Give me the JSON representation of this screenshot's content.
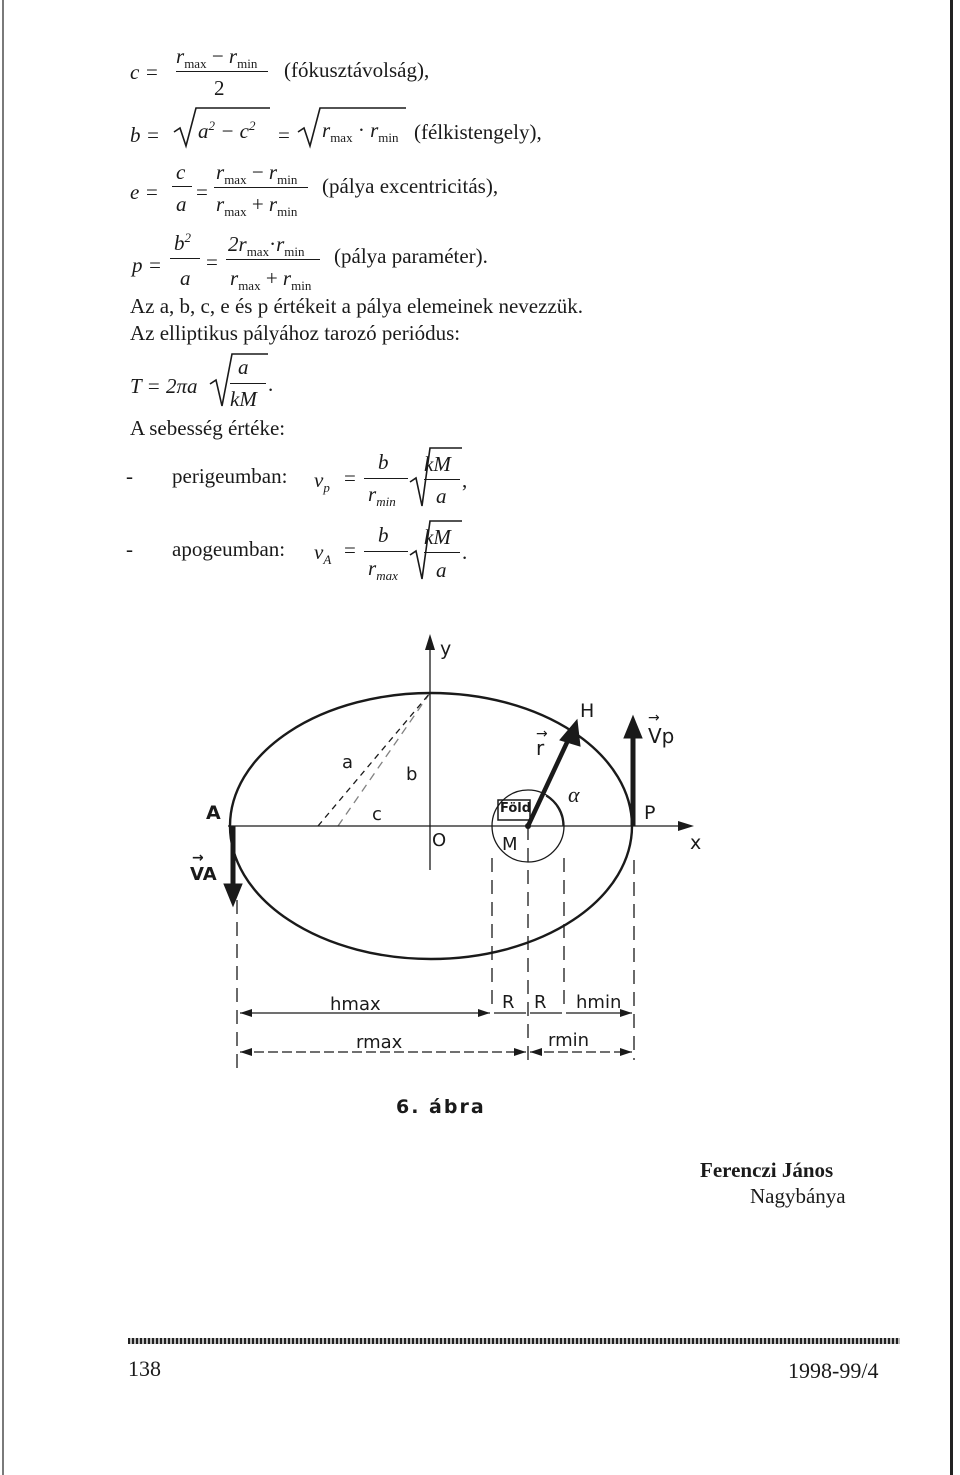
{
  "formulas": {
    "c": {
      "lhs": "c =",
      "num_a": "r",
      "num_a_sub": "max",
      "num_op": "−",
      "num_b": "r",
      "num_b_sub": "min",
      "den": "2",
      "comment": "(fókusztávolság),"
    },
    "b": {
      "lhs": "b =",
      "rad1_a": "a",
      "rad1_op": " − ",
      "rad1_b": "c",
      "sup": "2",
      "eq": "=",
      "rad2_a": "r",
      "rad2_a_sub": "max",
      "dot": " · ",
      "rad2_b": "r",
      "rad2_b_sub": "min",
      "comment": "(félkistengely),"
    },
    "e": {
      "lhs": "e =",
      "f1_num": "c",
      "f1_den": "a",
      "eq": "=",
      "num_a": "r",
      "num_a_sub": "max",
      "num_op": "−",
      "num_b": "r",
      "num_b_sub": "min",
      "den_a": "r",
      "den_a_sub": "max",
      "den_op": "+",
      "den_b": "r",
      "den_b_sub": "min",
      "comment": "(pálya excentricitás),"
    },
    "p": {
      "lhs": "p =",
      "f1_num": "b",
      "f1_sup": "2",
      "f1_den": "a",
      "eq": "=",
      "num_coef": "2r",
      "num_a_sub": "max",
      "dot": "·",
      "num_b": "r",
      "num_b_sub": "min",
      "den_a": "r",
      "den_a_sub": "max",
      "den_op": "+",
      "den_b": "r",
      "den_b_sub": "min",
      "comment": "(pálya paraméter)."
    },
    "T": {
      "lhs": "T = 2πa",
      "num": "a",
      "den": "kM",
      "end": "."
    },
    "vp": {
      "dash": "-",
      "label": "perigeumban:",
      "lhs": "v",
      "lhs_sub": "p",
      "eq": "=",
      "num": "b",
      "den": "r",
      "den_sub": "min",
      "rad_num": "kM",
      "rad_den": "a",
      "end": ","
    },
    "vA": {
      "dash": "-",
      "label": "apogeumban:",
      "lhs": "v",
      "lhs_sub": "A",
      "eq": "=",
      "num": "b",
      "den": "r",
      "den_sub": "max",
      "rad_num": "kM",
      "rad_den": "a",
      "end": "."
    }
  },
  "text": {
    "line1": "Az a, b, c, e és p értékeit a pálya elemeinek nevezzük.",
    "line2": "Az elliptikus pályához tarozó periódus:",
    "line3": "A sebesség értéke:"
  },
  "figure": {
    "y_axis": "y",
    "x_axis": "x",
    "H": "H",
    "r_vec": "r",
    "Vp": "Vp",
    "P": "P",
    "A": "A",
    "VA": "VA",
    "a": "a",
    "b": "b",
    "c": "c",
    "O": "O",
    "Fold": "Föld",
    "M": "M",
    "alpha": "α",
    "hmax": "hmax",
    "R1": "R",
    "R2": "R",
    "hmin": "hmin",
    "rmax": "rmax",
    "rmin": "rmin",
    "caption": "6. ábra"
  },
  "author": {
    "name": "Ferenczi János",
    "place": "Nagybánya"
  },
  "footer": {
    "page": "138",
    "issue": "1998-99/4"
  }
}
